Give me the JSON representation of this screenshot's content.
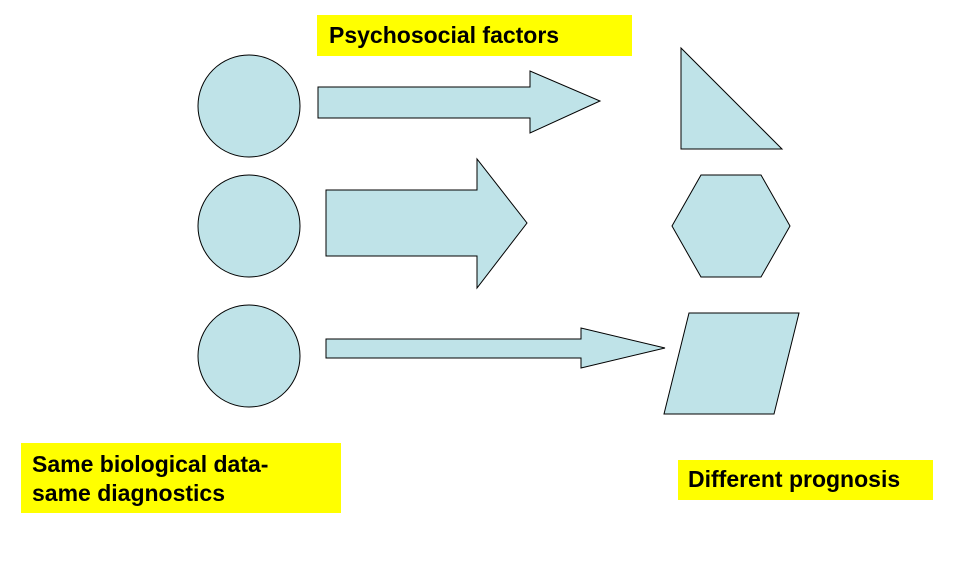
{
  "labels": {
    "psychosocial": "Psychosocial factors",
    "same_bio_line1": "Same biological data-",
    "same_bio_line2": "same diagnostics",
    "prognosis": "Different prognosis"
  },
  "colors": {
    "shape_fill": "#bfe3e8",
    "label_bg": "#ffff00"
  }
}
